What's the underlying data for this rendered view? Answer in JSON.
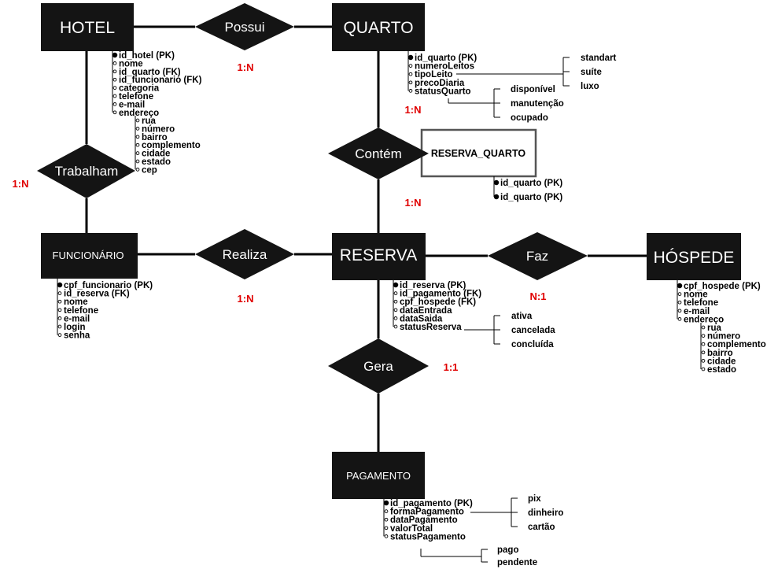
{
  "entities": {
    "hotel": "HOTEL",
    "quarto": "QUARTO",
    "funcionario": "FUNCIONÁRIO",
    "reserva": "RESERVA",
    "hospede": "HÓSPEDE",
    "pagamento": "PAGAMENTO",
    "reserva_quarto": "RESERVA_QUARTO"
  },
  "relationships": {
    "possui": "Possui",
    "contem": "Contém",
    "trabalham": "Trabalham",
    "realiza": "Realiza",
    "faz": "Faz",
    "gera": "Gera"
  },
  "cardinalities": {
    "possui": "1:N",
    "contem_top": "1:N",
    "contem_bottom": "1:N",
    "trabalham": "1:N",
    "realiza": "1:N",
    "faz": "N:1",
    "gera": "1:1"
  },
  "hotel_attrs": [
    "id_hotel (PK)",
    "nome",
    "id_quarto (FK)",
    "id_funcionario (FK)",
    "categoria",
    "telefone",
    "e-mail",
    "endereço"
  ],
  "hotel_endereco": [
    "rua",
    "número",
    "bairro",
    "complemento",
    "cidade",
    "estado",
    "cep"
  ],
  "quarto_attrs": [
    "id_quarto (PK)",
    "numeroLeitos",
    "tipoLeito",
    "precoDiaria",
    "statusQuarto"
  ],
  "quarto_tipoLeito": [
    "standart",
    "suíte",
    "luxo"
  ],
  "quarto_status": [
    "disponível",
    "manutenção",
    "ocupado"
  ],
  "reserva_quarto_attrs": [
    "id_quarto (PK)",
    "id_quarto (PK)"
  ],
  "funcionario_attrs": [
    "cpf_funcionario (PK)",
    "id_reserva (FK)",
    "nome",
    "telefone",
    "e-mail",
    "login",
    "senha"
  ],
  "reserva_attrs": [
    "id_reserva (PK)",
    "id_pagamento (FK)",
    "cpf_hospede (FK)",
    "dataEntrada",
    "dataSaida",
    "statusReserva"
  ],
  "reserva_status": [
    "ativa",
    "cancelada",
    "concluída"
  ],
  "hospede_attrs": [
    "cpf_hospede (PK)",
    "nome",
    "telefone",
    "e-mail",
    "endereço"
  ],
  "hospede_endereco": [
    "rua",
    "número",
    "complemento",
    "bairro",
    "cidade",
    "estado"
  ],
  "pagamento_attrs": [
    "id_pagamento (PK)",
    "formaPagamento",
    "dataPagamento",
    "valorTotal",
    "statusPagamento"
  ],
  "pagamento_forma": [
    "pix",
    "dinheiro",
    "cartão"
  ],
  "pagamento_status": [
    "pago",
    "pendente"
  ]
}
